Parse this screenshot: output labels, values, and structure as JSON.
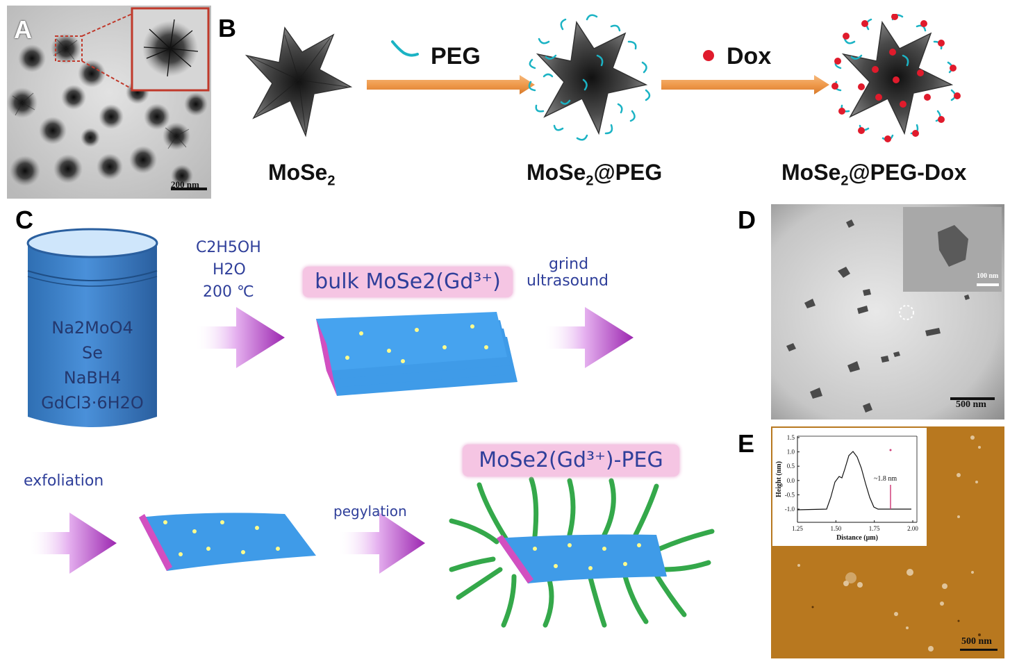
{
  "panel_labels": {
    "a": "A",
    "b": "B",
    "c": "C",
    "d": "D",
    "e": "E"
  },
  "panel_a": {
    "scale_bar": "200 nm"
  },
  "panel_b": {
    "stage1_label": "MoSe",
    "stage1_sub": "2",
    "stage2_label_pre": "MoSe",
    "stage2_sub": "2",
    "stage2_label_post": "@PEG",
    "stage3_label_pre": "MoSe",
    "stage3_sub": "2",
    "stage3_label_post": "@PEG-Dox",
    "arrow1_text": "PEG",
    "arrow2_text": "Dox",
    "colors": {
      "peg": "#1bb3c4",
      "dox": "#e01b2c",
      "arrow": "#ef9a4c"
    }
  },
  "panel_c": {
    "jar_lines": [
      "Na2MoO4",
      "Se",
      "NaBH4",
      "GdCl3·6H2O"
    ],
    "conditions": [
      "C2H5OH",
      "H2O",
      "200 ℃"
    ],
    "bulk_label": "bulk MoSe2(Gd³⁺)",
    "step2": [
      "grind",
      "ultrasound"
    ],
    "exfoliation": "exfoliation",
    "pegylation": "pegylation",
    "final_label": "MoSe2(Gd³⁺)-PEG",
    "colors": {
      "sheet": "#3f9be8",
      "edge": "#d24fc0",
      "peg": "#34a84a",
      "arrow": "#9c27b0"
    }
  },
  "panel_d": {
    "scale_bar": "500 nm",
    "inset_scale": "100 nm"
  },
  "panel_e": {
    "scale_bar": "500 nm",
    "inset": {
      "xlabel": "Distance (μm)",
      "ylabel": "Height (nm)",
      "annotation": "~1.8 nm",
      "xticks": [
        "1.25",
        "1.50",
        "1.75",
        "2.00"
      ],
      "yticks": [
        "1.5",
        "1.0",
        "0.5",
        "0.0",
        "-0.5",
        "-1.0"
      ]
    }
  }
}
